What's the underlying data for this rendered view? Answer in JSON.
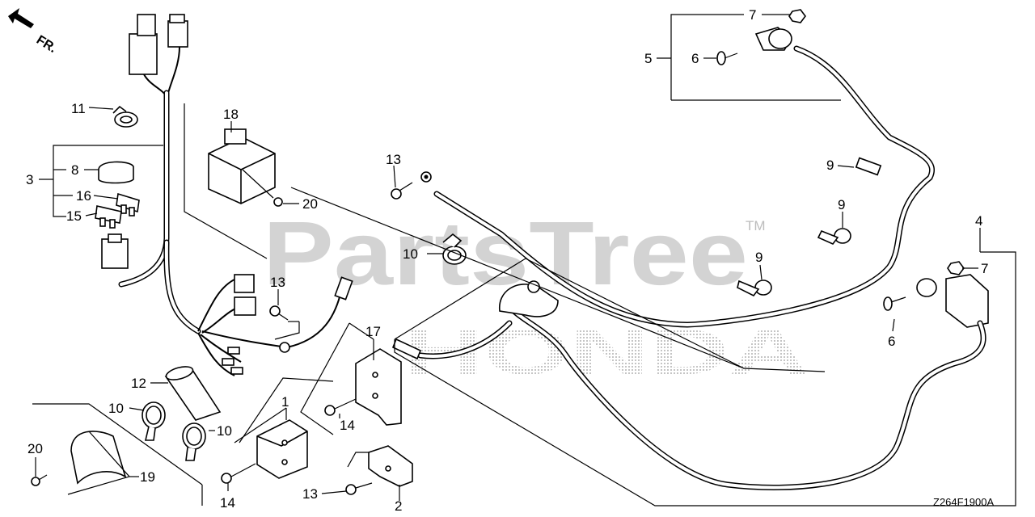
{
  "watermark": {
    "brand": "PartsTree",
    "trademark": "TM",
    "maker": "HONDA"
  },
  "orientation": {
    "label": "FR."
  },
  "diagram_code": "Z264F1900A",
  "callouts": [
    {
      "n": "7"
    },
    {
      "n": "5"
    },
    {
      "n": "6"
    },
    {
      "n": "11"
    },
    {
      "n": "18"
    },
    {
      "n": "3"
    },
    {
      "n": "8"
    },
    {
      "n": "16"
    },
    {
      "n": "15"
    },
    {
      "n": "13"
    },
    {
      "n": "20"
    },
    {
      "n": "10"
    },
    {
      "n": "9"
    },
    {
      "n": "9"
    },
    {
      "n": "9"
    },
    {
      "n": "13"
    },
    {
      "n": "17"
    },
    {
      "n": "4"
    },
    {
      "n": "7"
    },
    {
      "n": "6"
    },
    {
      "n": "12"
    },
    {
      "n": "10"
    },
    {
      "n": "10"
    },
    {
      "n": "14"
    },
    {
      "n": "1"
    },
    {
      "n": "20"
    },
    {
      "n": "19"
    },
    {
      "n": "14"
    },
    {
      "n": "13"
    },
    {
      "n": "2"
    }
  ]
}
